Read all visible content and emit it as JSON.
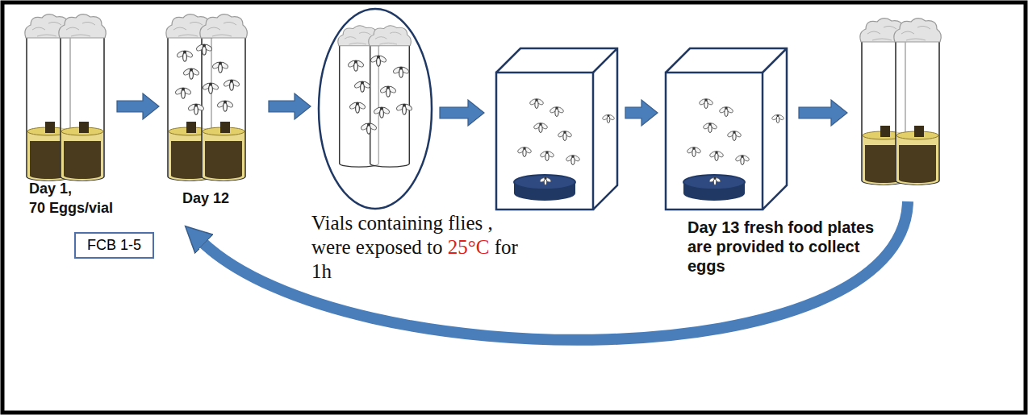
{
  "diagram": {
    "nodes": [
      {
        "text": [
          "FCB 1-5"
        ]
      }
    ],
    "labels": [
      "Day 1,",
      "70 Eggs/vial",
      "Day 12",
      "Vials containing flies , were exposed to",
      "25°C",
      "for 1h",
      "Day 13 fresh food plates are provided to collect eggs"
    ]
  }
}
